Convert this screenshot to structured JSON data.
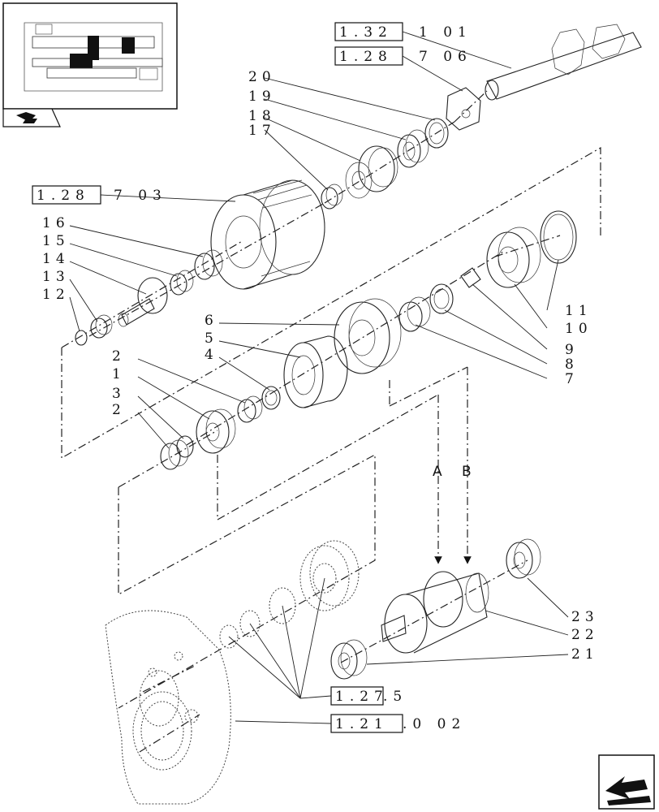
{
  "references": [
    {
      "prefix": "1.32",
      "suffix": "1 01"
    },
    {
      "prefix": "1.28",
      "suffix": "7 06"
    },
    {
      "prefix": "1.28",
      "suffix": "7 03"
    },
    {
      "prefix": "1.27",
      "suffix": ".5"
    },
    {
      "prefix": "1.21",
      "suffix": ".0 02"
    }
  ],
  "part_numbers": {
    "p20": "20",
    "p19": "19",
    "p18": "18",
    "p17": "17",
    "p16": "16",
    "p15": "15",
    "p14": "14",
    "p13": "13",
    "p12": "12",
    "p11": "11",
    "p10": "10",
    "p9": "9",
    "p8": "8",
    "p7": "7",
    "p6": "6",
    "p5": "5",
    "p4": "4",
    "p2a": "2",
    "p1": "1",
    "p3": "3",
    "p2b": "2",
    "p23": "23",
    "p22": "22",
    "p21": "21"
  },
  "connectors": {
    "a": "A",
    "b": "B"
  },
  "icons": {
    "thumbnail": "transmission-thumbnail-icon",
    "nav_next": "next-page-arrow-icon",
    "book": "book-icon"
  }
}
